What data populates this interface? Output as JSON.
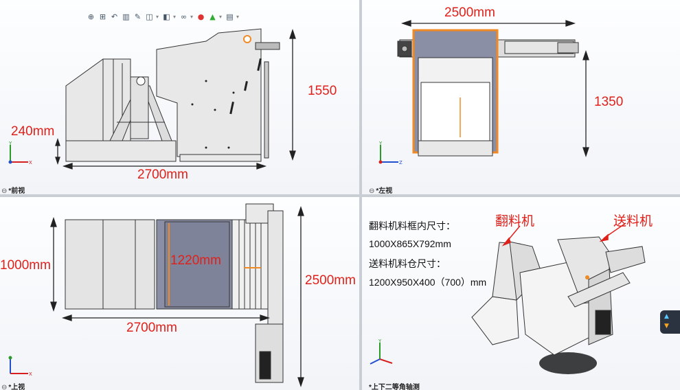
{
  "toolbar": {
    "icons": [
      "zoom-to-fit-icon",
      "zoom-area-icon",
      "previous-view-icon",
      "section-view-icon",
      "dynamic-annotation-icon",
      "view-orientation-icon",
      "display-style-icon",
      "hide-show-icon",
      "edit-appearance-icon",
      "apply-scene-icon",
      "view-settings-icon"
    ]
  },
  "front_view": {
    "label": "*前视",
    "dims": {
      "height": "1550",
      "base": "240mm",
      "width": "2700mm"
    }
  },
  "left_view": {
    "label": "*左视",
    "dims": {
      "width": "2500mm",
      "height": "1350"
    }
  },
  "top_view": {
    "label": "*上视",
    "dims": {
      "depth": "1000mm",
      "inner": "1220mm",
      "length": "2700mm",
      "total": "2500mm"
    }
  },
  "iso_view": {
    "label": "*上下二等角轴测",
    "callouts": {
      "flipper": "翻料机",
      "feeder": "送料机"
    },
    "notes": [
      "翻料机料框内尺寸：",
      "1000X865X792mm",
      "送料机料仓尺寸：",
      "1200X950X400（700）mm"
    ]
  },
  "colors": {
    "dimension": "#e0201a",
    "frame": "#e6e6e6",
    "stroke": "#333333",
    "accent": "#f08a24",
    "panel": "#8a8fa6"
  }
}
